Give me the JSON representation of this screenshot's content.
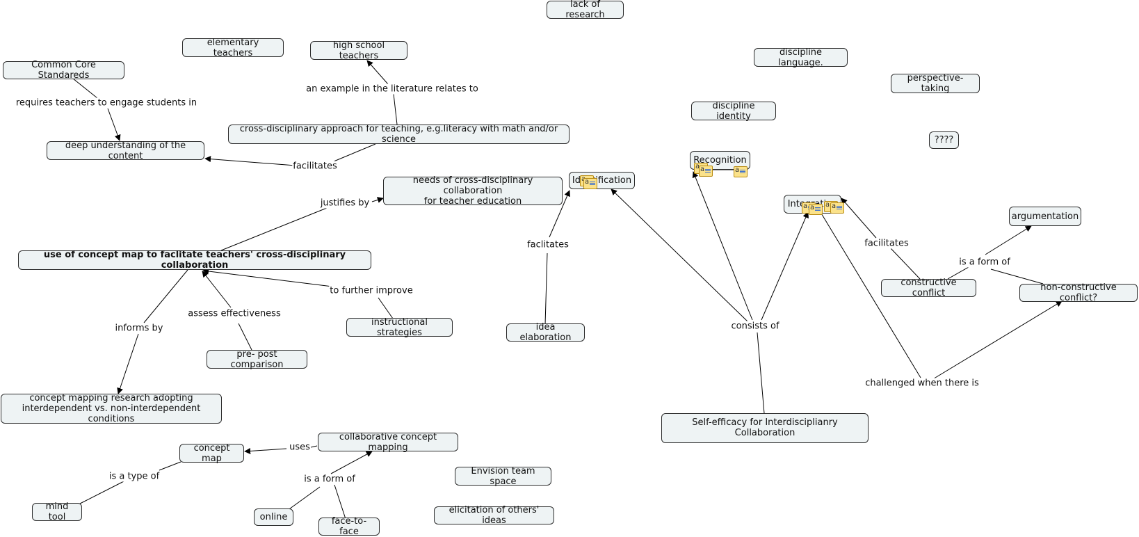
{
  "nodes": {
    "lack_of_research": "lack of research",
    "elementary_teachers": "elementary teachers",
    "high_school_teachers": "high school teachers",
    "common_core": "Common Core Standareds",
    "discipline_language": "discipline language.",
    "perspective_taking": "perspective-taking",
    "discipline_identity": "discipline identity",
    "question_marks": "????",
    "cross_disciplinary": "cross-disciplinary approach for teaching, e.g.literacy with math and/or science",
    "deep_understanding": "deep understanding of the content",
    "recognition": "Recognition",
    "needs_collab": "needs of cross-disciplinary collaboration\nfor teacher education",
    "identification": "Identification",
    "integration": "Integration",
    "argumentation": "argumentation",
    "use_concept_map": "use of concept map to faclitate teachers' cross-disciplinary collaboration",
    "constructive_conflict": "constructive conflict",
    "non_constructive": "non-constructive conflict?",
    "instructional_strategies": "instructional strategies",
    "idea_elaboration": "idea elaboration",
    "pre_post": "pre- post comparison",
    "cm_research": "concept mapping research adopting\ninterdependent vs. non-interdependent conditions",
    "self_efficacy": "Self-efficacy for Interdisciplianry Collaboration",
    "collaborative_cm": "collaborative concept mapping",
    "concept_map": "concept map",
    "envision": "Envision team space",
    "mind_tool": "mind tool",
    "online": "online",
    "face_to_face": "face-to-face",
    "elicitation": "elicitation of others' ideas"
  },
  "links": {
    "requires": "requires teachers to engage students in",
    "example": "an example in the literature relates to",
    "facilitates_1": "facilitates",
    "justifies": "justifies by",
    "faclitates": "faclitates",
    "facilitates_2": "facilitates",
    "is_form_of_1": "is a form of",
    "to_further": "to further improve",
    "assess": "assess effectiveness",
    "informs": "informs by",
    "consists": "consists of",
    "challenged": "challenged when there is",
    "uses": "uses",
    "is_type_of": "is a type of",
    "is_form_of_2": "is a form of"
  },
  "resource_icon_label": "a"
}
